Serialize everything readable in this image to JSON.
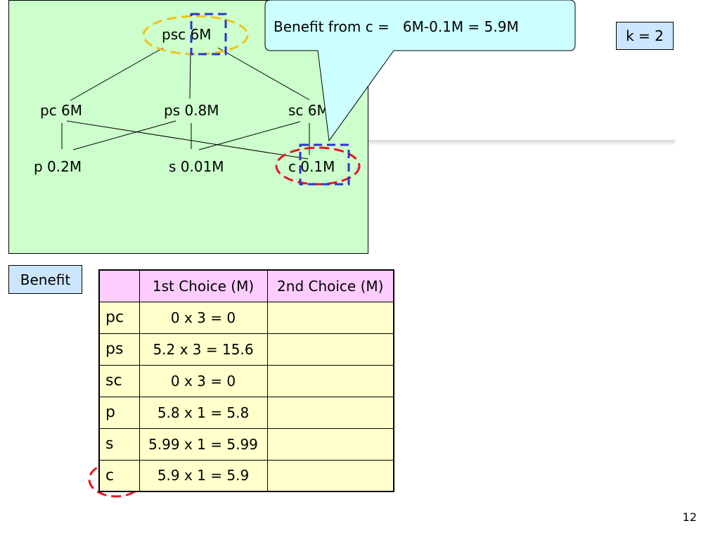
{
  "k_label": "k = 2",
  "benefit_label": "Benefit",
  "callout": {
    "prefix": "Benefit from c =",
    "formula": "6M-0.1M = 5.9M"
  },
  "lattice": {
    "psc": "psc 6M",
    "pc": "pc 6M",
    "ps": "ps 0.8M",
    "sc": "sc 6M",
    "p": "p 0.2M",
    "s": "s 0.01M",
    "c": "c 0.1M"
  },
  "table": {
    "headers": [
      "",
      "1st Choice (M)",
      "2nd Choice (M)"
    ],
    "rows": [
      {
        "view": "pc",
        "first": "0 x 3 = 0",
        "second": ""
      },
      {
        "view": "ps",
        "first": "5.2 x 3 = 15.6",
        "second": ""
      },
      {
        "view": "sc",
        "first": "0 x 3 = 0",
        "second": ""
      },
      {
        "view": "p",
        "first": "5.8 x 1 = 5.8",
        "second": ""
      },
      {
        "view": "s",
        "first": "5.99 x 1 = 5.99",
        "second": ""
      },
      {
        "view": "c",
        "first": "5.9 x 1  = 5.9",
        "second": ""
      }
    ]
  },
  "page_number": "12",
  "colors": {
    "lattice_bg": "#ccffcc",
    "callout_bg": "#ccffff",
    "label_bg": "#cce6ff",
    "header_bg": "#ffccff",
    "cell_bg": "#ffffcc",
    "red_marker": "#e8141e",
    "blue_marker": "#2b35c8",
    "yellow_marker": "#f2c21a"
  }
}
